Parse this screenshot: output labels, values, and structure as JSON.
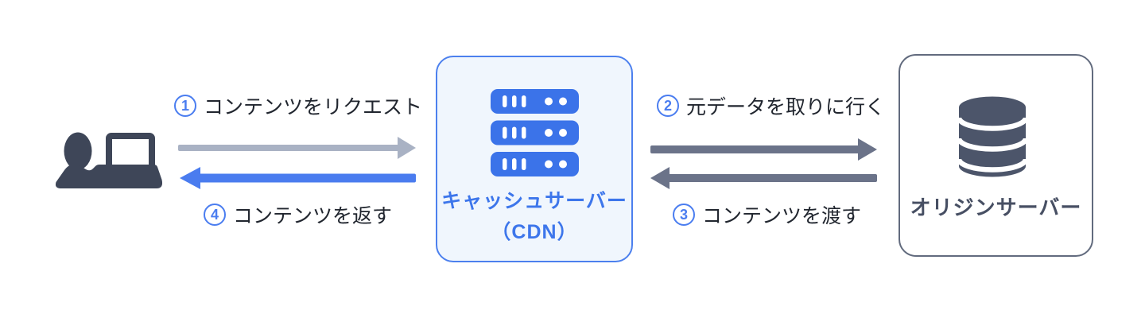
{
  "diagram_type": "cdn-content-delivery-flow",
  "user": {
    "icon": "user-with-laptop-icon"
  },
  "cache_server": {
    "icon": "server-stack-icon",
    "name_line1": "キャッシュサーバー",
    "name_line2": "（CDN）"
  },
  "origin_server": {
    "icon": "database-icon",
    "name": "オリジンサーバー"
  },
  "steps": [
    {
      "number": "1",
      "label": "コンテンツをリクエスト",
      "from": "user",
      "to": "cache_server",
      "direction": "right",
      "arrow_color": "#A9B2C4"
    },
    {
      "number": "2",
      "label": "元データを取りに行く",
      "from": "cache_server",
      "to": "origin_server",
      "direction": "right",
      "arrow_color": "#6B7389"
    },
    {
      "number": "3",
      "label": "コンテンツを渡す",
      "from": "origin_server",
      "to": "cache_server",
      "direction": "left",
      "arrow_color": "#6B7389"
    },
    {
      "number": "4",
      "label": "コンテンツを返す",
      "from": "cache_server",
      "to": "user",
      "direction": "left",
      "arrow_color": "#4A7CEF"
    }
  ],
  "colors": {
    "background": "#FFFFFF",
    "user_icon": "#3E4658",
    "server_icon_blue": "#3B73E9",
    "database_icon": "#4C556A",
    "cache_box_border": "#4C80EE",
    "cache_box_bg": "#F0F6FD",
    "cache_title_text": "#3D76EB",
    "origin_box_border": "#626B7E",
    "origin_title_text": "#474F63",
    "label_text": "#21262F",
    "step_number_accent": "#4A7DF0"
  }
}
